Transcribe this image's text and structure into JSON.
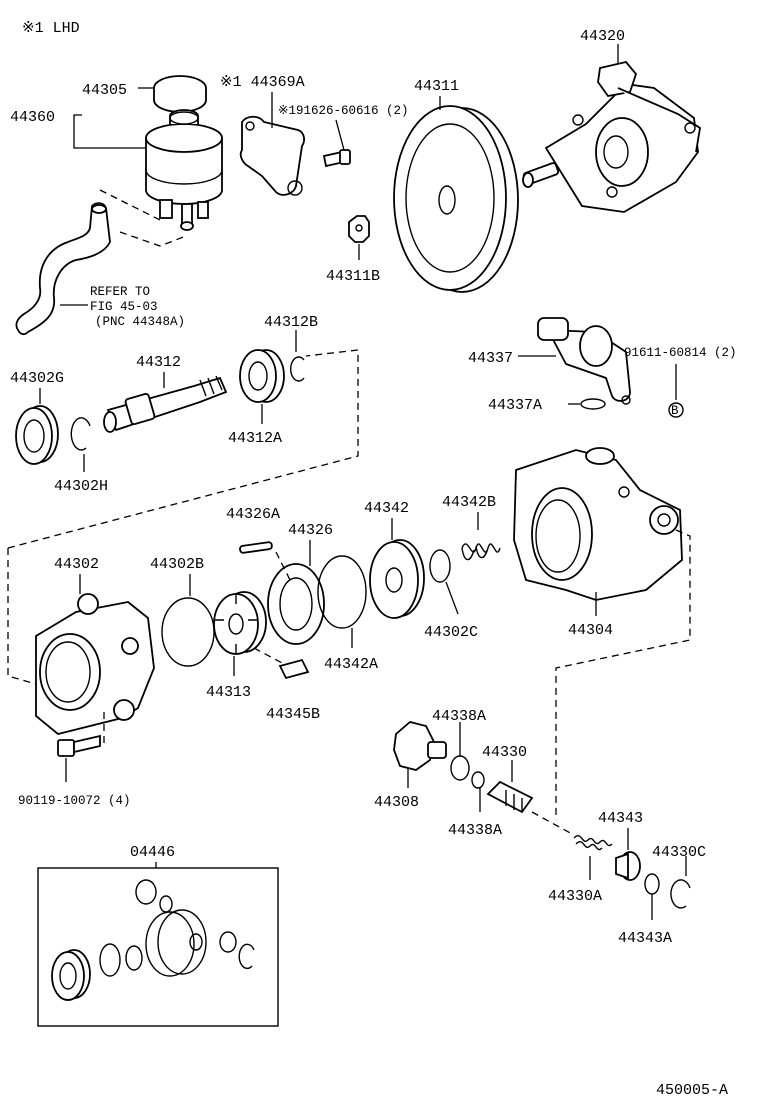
{
  "header_note": "※1 LHD",
  "diagram_code": "450005-A",
  "refer_note": [
    "REFER TO",
    "FIG 45-03",
    "(PNC 44348A)"
  ],
  "part_labels": {
    "p44305": "44305",
    "p44360": "44360",
    "p44369A": "※1 44369A",
    "p91626": "※191626-60616 (2)",
    "p44311": "44311",
    "p44311B": "44311B",
    "p44320": "44320",
    "p44312B": "44312B",
    "p44312": "44312",
    "p44302G": "44302G",
    "p44302H": "44302H",
    "p44312A": "44312A",
    "p44337": "44337",
    "p44337A": "44337A",
    "p91611": "91611-60814 (2)",
    "p44326A": "44326A",
    "p44326": "44326",
    "p44342": "44342",
    "p44342B": "44342B",
    "p44302": "44302",
    "p44302B": "44302B",
    "p44313": "44313",
    "p44345B": "44345B",
    "p44342A": "44342A",
    "p44302C": "44302C",
    "p44304": "44304",
    "p90119": "90119-10072 (4)",
    "p44338A_top": "44338A",
    "p44330": "44330",
    "p44308": "44308",
    "p44338A_bot": "44338A",
    "p44343": "44343",
    "p44330C": "44330C",
    "p44330A": "44330A",
    "p44343A": "44343A",
    "p04446": "04446",
    "circleB": "B"
  }
}
